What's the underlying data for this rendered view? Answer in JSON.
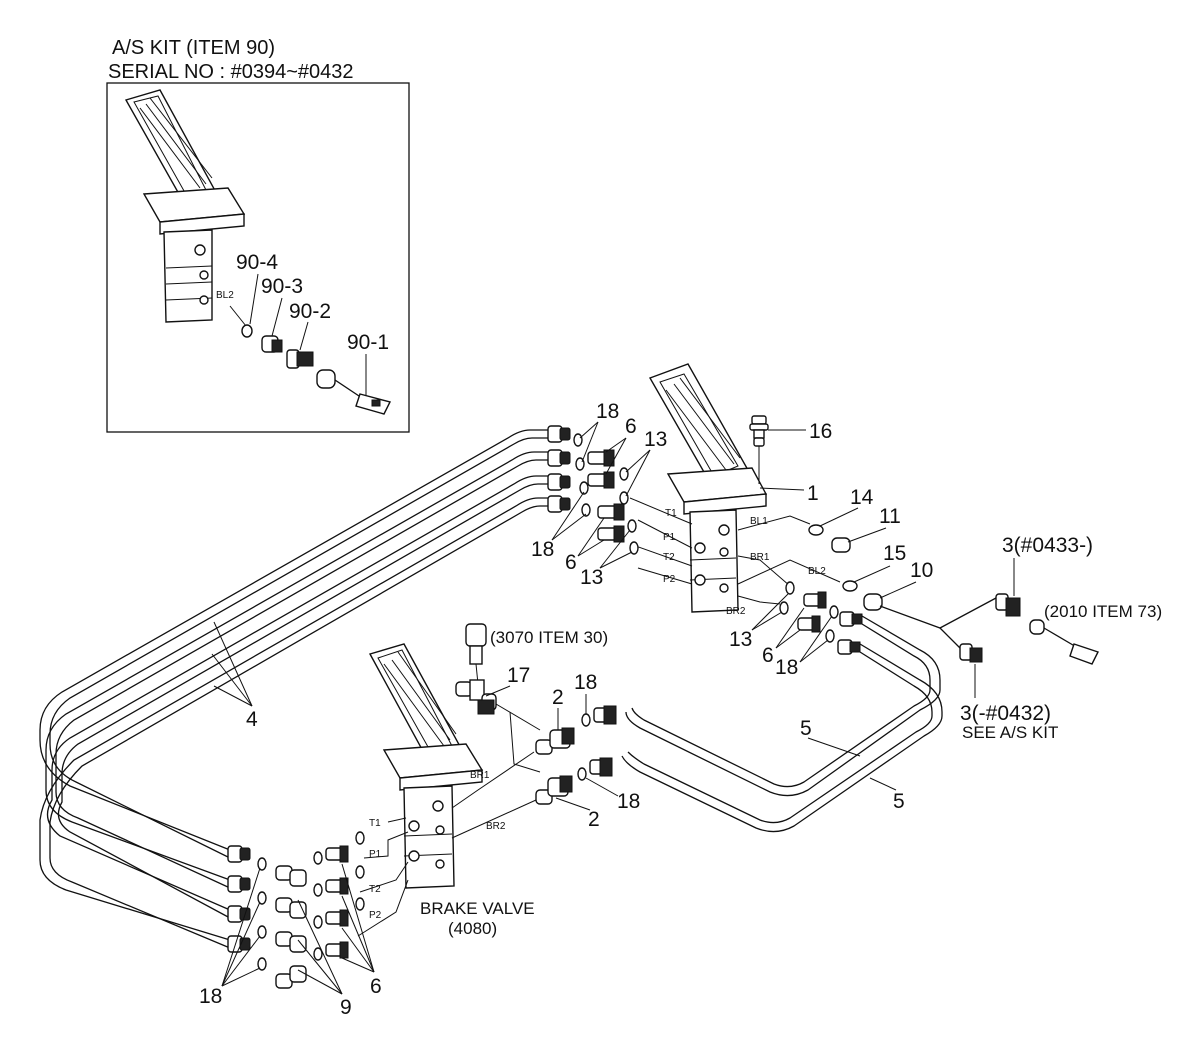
{
  "inset": {
    "title_line1": "A/S KIT (ITEM 90)",
    "title_line2": "SERIAL NO : #0394~#0432",
    "callouts": [
      "90-4",
      "90-3",
      "90-2",
      "90-1"
    ],
    "port": "BL2"
  },
  "callouts": {
    "c18_top": "18",
    "c6_top": "6",
    "c13_top": "13",
    "c16": "16",
    "c1": "1",
    "c14": "14",
    "c11": "11",
    "c18_mid": "18",
    "c6_mid": "6",
    "c13_mid": "13",
    "c15": "15",
    "c10": "10",
    "c3_new": "3(#0433-)",
    "ref_2010": "(2010 ITEM 73)",
    "c13_low": "13",
    "c6_low": "6",
    "c18_low": "18",
    "ref_3070": "(3070 ITEM 30)",
    "c17": "17",
    "c2_top": "2",
    "c18_r1": "18",
    "c3_old": "3(-#0432)",
    "see_as_kit": "SEE A/S KIT",
    "c4": "4",
    "c5_a": "5",
    "c5_b": "5",
    "c18_r2": "18",
    "c2_low": "2",
    "c18_bottom": "18",
    "c9": "9",
    "c6_bottom": "6"
  },
  "ports_upper": [
    "T1",
    "P1",
    "T2",
    "P2",
    "BL1",
    "BR1",
    "BL2",
    "BR2"
  ],
  "ports_lower": [
    "T1",
    "P1",
    "T2",
    "P2",
    "BR1",
    "BR2"
  ],
  "brake_valve": {
    "line1": "BRAKE VALVE",
    "line2": "(4080)"
  }
}
